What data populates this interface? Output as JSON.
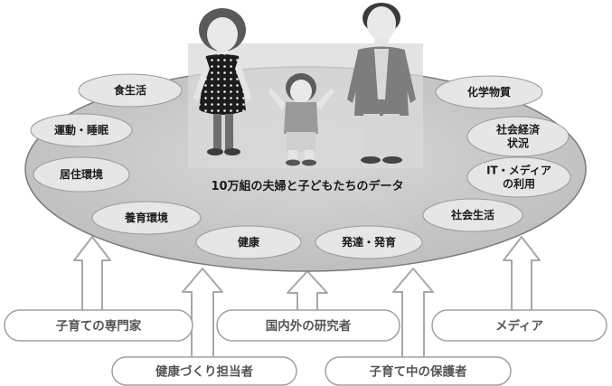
{
  "center_label": "10万組の夫婦と子どもたちのデータ",
  "topics": [
    {
      "id": "food",
      "label": "食生活"
    },
    {
      "id": "exercise-sleep",
      "label": "運動・睡眠"
    },
    {
      "id": "housing",
      "label": "居住環境"
    },
    {
      "id": "parenting-env",
      "label": "養育環境"
    },
    {
      "id": "health",
      "label": "健康"
    },
    {
      "id": "development",
      "label": "発達・発育"
    },
    {
      "id": "chemicals",
      "label": "化学物質"
    },
    {
      "id": "socioeconomic",
      "label": [
        "社会経済",
        "状況"
      ]
    },
    {
      "id": "it-media",
      "label": [
        "IT・メディア",
        "の利用"
      ]
    },
    {
      "id": "social-life",
      "label": "社会生活"
    }
  ],
  "stakeholders": [
    {
      "id": "childcare-experts",
      "label": "子育ての専門家"
    },
    {
      "id": "health-promoters",
      "label": "健康づくり担当者"
    },
    {
      "id": "researchers",
      "label": "国内外の研究者"
    },
    {
      "id": "guardians",
      "label": "子育て中の保護者"
    },
    {
      "id": "media",
      "label": "メディア"
    }
  ],
  "colors": {
    "ellipse_fill": "#c9c9c9",
    "ellipse_stroke": "#7a7a7a",
    "bubble_fill": "#e6e6e6",
    "arrow_stroke": "#a8a8a8",
    "box_stroke": "#a0a0a0",
    "text": "#1a1a1a",
    "stakeholder_text": "#555555"
  }
}
